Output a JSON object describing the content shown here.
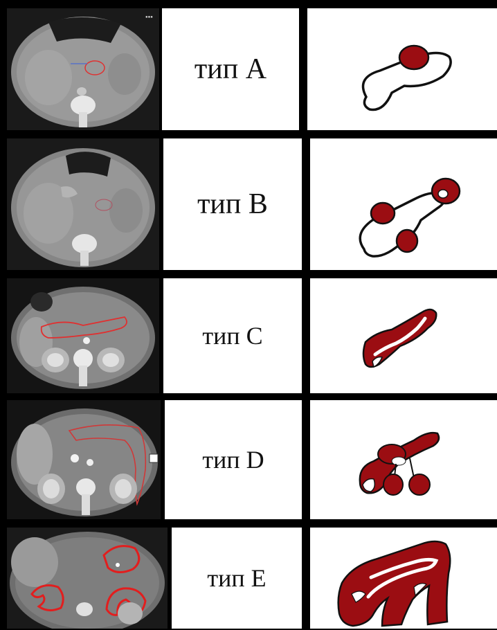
{
  "rows": [
    {
      "type_label": "тип A",
      "scan_style": "noncontrast"
    },
    {
      "type_label": "тип B",
      "scan_style": "noncontrast"
    },
    {
      "type_label": "тип C",
      "scan_style": "contrast"
    },
    {
      "type_label": "тип D",
      "scan_style": "contrast"
    },
    {
      "type_label": "тип E",
      "scan_style": "contrast-arterial"
    }
  ],
  "colors": {
    "lesion": "#9b0d12",
    "outline_ct": "#e03030",
    "grid": "#000000",
    "panel": "#ffffff"
  }
}
